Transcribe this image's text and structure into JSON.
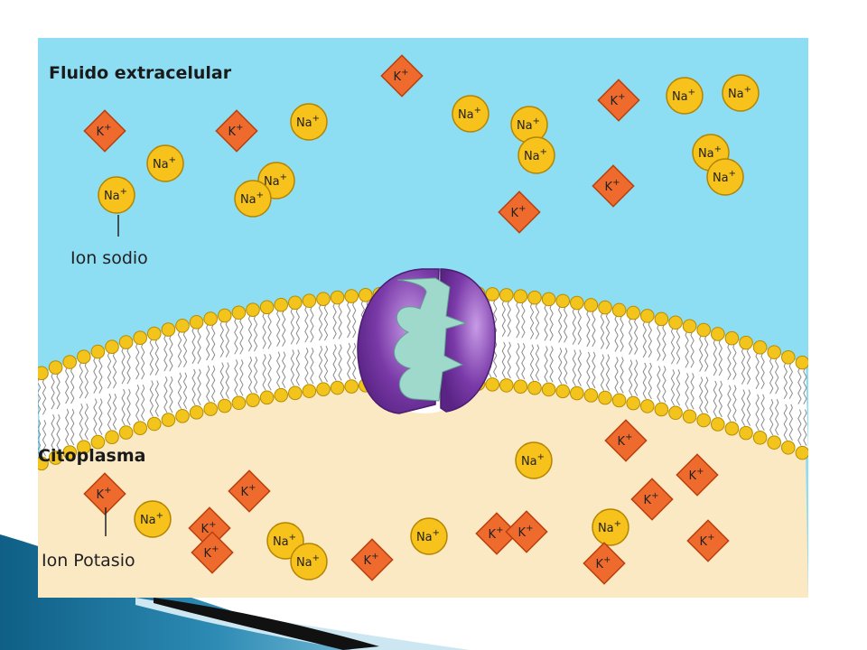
{
  "labels": {
    "extracellular": "Fluido extracelular",
    "cytoplasm": "Citoplasma",
    "sodium_callout": "Ion sodio",
    "potassium_callout": "Ion Potasio"
  },
  "ions": {
    "sodium_symbol": "Na",
    "potassium_symbol": "K",
    "charge": "+"
  },
  "colors": {
    "extracellular": "#8dddf3",
    "cytoplasm": "#fbe9c4",
    "sodium_fill": "#f7c21b",
    "sodium_stroke": "#b38400",
    "potassium_fill": "#ef6b2d",
    "potassium_stroke": "#b8400f",
    "lipid_head": "#f3c41c",
    "channel_outer": "#7a3aa8",
    "channel_inner": "#9fd9cc"
  }
}
